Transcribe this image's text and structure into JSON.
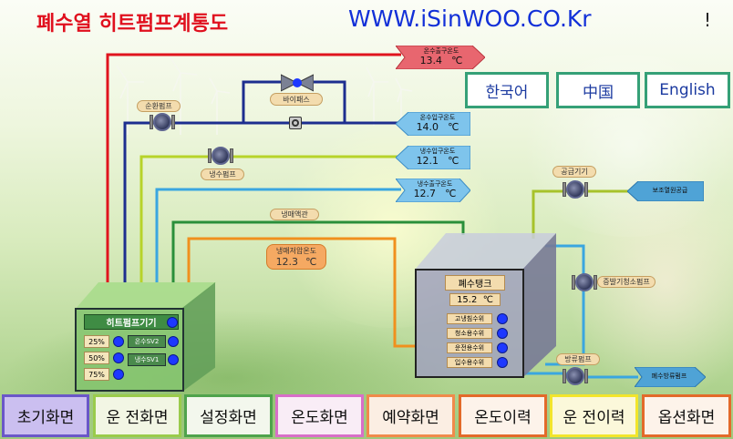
{
  "header": {
    "title": "폐수열 히트펌프계통도",
    "website": "WWW.iSinWOO.CO.Kr",
    "exclaim": "!"
  },
  "languages": [
    "한국어",
    "中国",
    "English"
  ],
  "labels": {
    "bypass": "바이패스",
    "circ_pump": "순환펌프",
    "cold_pump": "냉수펌프",
    "refrigerant_pipe": "냉매액관",
    "refrigerant_low": "냉매저압온도",
    "supply_unit": "공급기기",
    "aux_heat": "보조열원공급",
    "evap_pump": "증발기청소펌프",
    "discharge_pump": "방류펌프",
    "wastewater_discharge": "폐수방류펌프"
  },
  "arrows": {
    "hot_out": {
      "label": "온수출구온도",
      "value": "13.4",
      "unit": "℃"
    },
    "hot_in": {
      "label": "온수입구온도",
      "value": "14.0",
      "unit": "℃"
    },
    "cold_in": {
      "label": "냉수입구온도",
      "value": "12.1",
      "unit": "℃"
    },
    "cold_out": {
      "label": "냉수출구온도",
      "value": "12.7",
      "unit": "℃"
    }
  },
  "refrigerant_temp": {
    "value": "12.3",
    "unit": "℃"
  },
  "heat_pump": {
    "title": "히트펌프기기",
    "capacities": [
      "25%",
      "50%",
      "75%"
    ],
    "valves": [
      "온수SV2",
      "냉수SV1"
    ]
  },
  "tank": {
    "title": "폐수탱크",
    "temp": "15.2",
    "unit": "℃",
    "rows": [
      "고냉침수위",
      "청소용수위",
      "운전용수위",
      "입수용수위"
    ]
  },
  "nav": [
    {
      "label": "초기화면",
      "color": "#6a57c8",
      "bg": "#cbbff0"
    },
    {
      "label": "운 전화면",
      "color": "#9acb4b",
      "bg": "#f2f6e4"
    },
    {
      "label": "설정화면",
      "color": "#4fa34c",
      "bg": "#f3f7ed"
    },
    {
      "label": "온도화면",
      "color": "#d86fc8",
      "bg": "#f9edf6"
    },
    {
      "label": "예약화면",
      "color": "#f08a4b",
      "bg": "#fbeee3"
    },
    {
      "label": "온도이력",
      "color": "#e36a2a",
      "bg": "#fdf3ea"
    },
    {
      "label": "운 전이력",
      "color": "#f2e52c",
      "bg": "#fbf8da"
    },
    {
      "label": "옵션화면",
      "color": "#e36a2a",
      "bg": "#fdf3ea"
    }
  ]
}
